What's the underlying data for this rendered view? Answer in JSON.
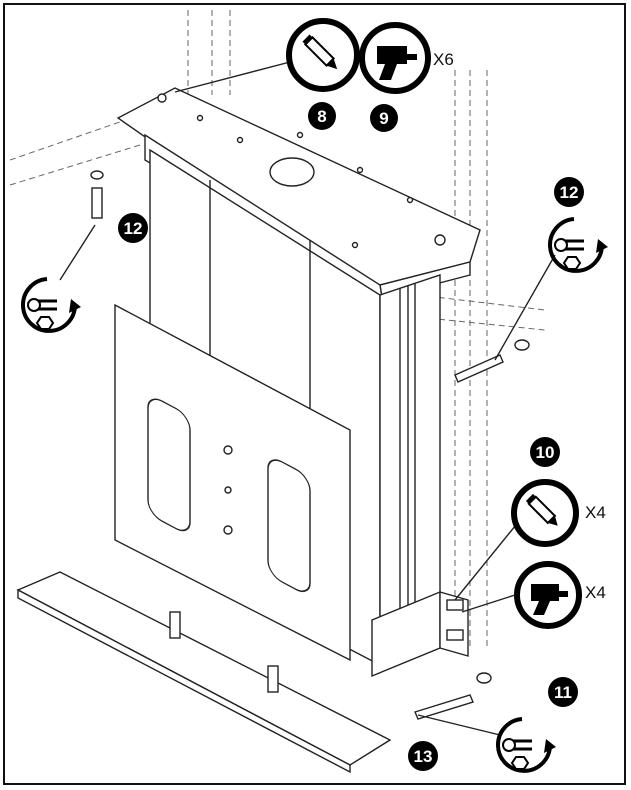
{
  "steps": {
    "s8": "8",
    "s9": "9",
    "s10": "10",
    "s11": "11",
    "s12a": "12",
    "s12b": "12",
    "s13": "13"
  },
  "quantities": {
    "top_drill": "X6",
    "side_pencil": "X4",
    "side_drill": "X4"
  },
  "icons": [
    "pencil-icon",
    "drill-icon",
    "wrench-rotate-icon"
  ],
  "colors": {
    "ink": "#111111",
    "paper": "#ffffff"
  }
}
